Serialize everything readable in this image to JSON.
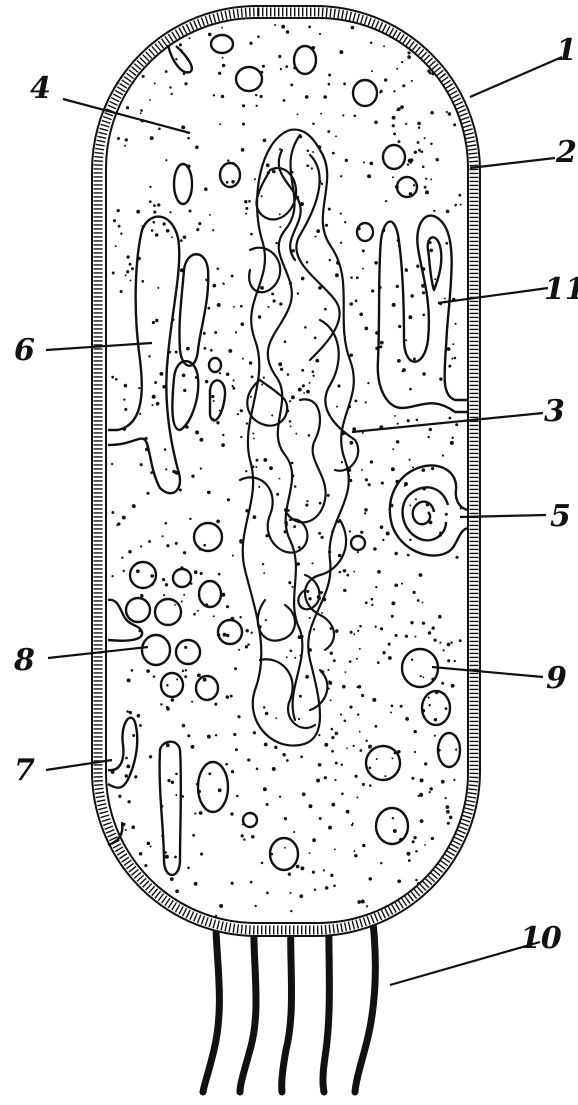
{
  "labels": {
    "l1": "1",
    "l2": "2",
    "l3": "3",
    "l4": "4",
    "l5": "5",
    "l6": "6",
    "l7": "7",
    "l8": "8",
    "l9": "9",
    "l10": "10",
    "l11": "11"
  },
  "colors": {
    "ink": "#111111",
    "background": "#ffffff"
  }
}
